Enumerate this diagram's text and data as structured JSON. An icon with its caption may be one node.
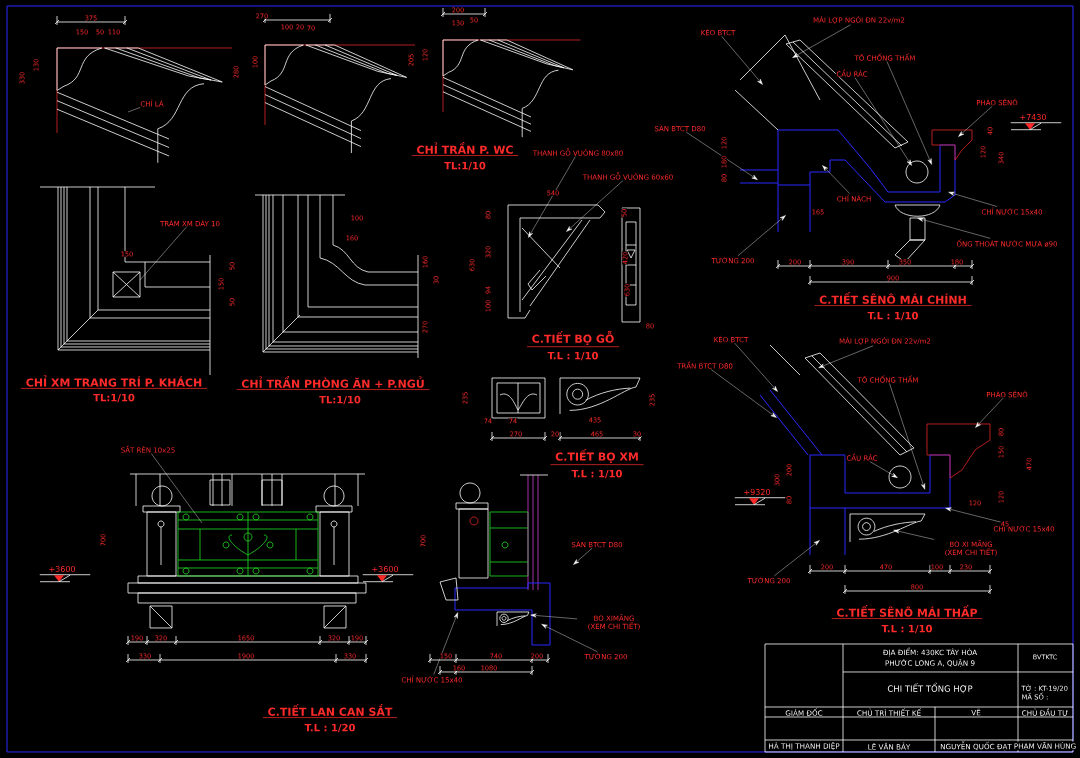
{
  "diagram": {
    "nodes": [
      {
        "text": [
          "CHỈ LÁ"
        ]
      },
      {
        "text": [
          "TRÁM XM DÀY 10"
        ]
      },
      {
        "text": [
          "THANH GỖ VUÔNG 80x80"
        ]
      },
      {
        "text": [
          "THANH GỖ VUÔNG 60x60"
        ]
      },
      {
        "text": [
          "KÈO BTCT"
        ]
      },
      {
        "text": [
          "MÁI LỢP NGÓI ĐN 22v/m2"
        ]
      },
      {
        "text": [
          "TÔ CHỐNG THẤM"
        ]
      },
      {
        "text": [
          "CẦU RÁC"
        ]
      },
      {
        "text": [
          "PHÀO SÊNÔ"
        ]
      },
      {
        "text": [
          "SÀN BTCT D80"
        ]
      },
      {
        "text": [
          "CHỈ NÁCH"
        ]
      },
      {
        "text": [
          "CHỈ NƯỚC 15x40"
        ]
      },
      {
        "text": [
          "ỐNG THOÁT NƯỚC MƯA ø90"
        ]
      },
      {
        "text": [
          "TƯỜNG 200"
        ]
      },
      {
        "text": [
          "KÈO BTCT"
        ]
      },
      {
        "text": [
          "MÁI LỢP NGÓI ĐN 22v/m2"
        ]
      },
      {
        "text": [
          "TRẦN BTCT D80"
        ]
      },
      {
        "text": [
          "TÔ CHỐNG THẤM"
        ]
      },
      {
        "text": [
          "CẦU RÁC"
        ]
      },
      {
        "text": [
          "PHÀO SÊNÔ"
        ]
      },
      {
        "text": [
          "CHỈ NƯỚC 15x40"
        ]
      },
      {
        "text": [
          "BO XI MĂNG (XEM CHI TIẾT)"
        ]
      },
      {
        "text": [
          "TƯỜNG 200"
        ]
      },
      {
        "text": [
          "SẮT RÈN 10x25"
        ]
      },
      {
        "text": [
          "SÀN BTCT D80"
        ]
      },
      {
        "text": [
          "BO XIMĂNG (XEM CHI TIẾT)"
        ]
      },
      {
        "text": [
          "TƯỜNG 200"
        ]
      },
      {
        "text": [
          "CHỈ NƯỚC 15x40"
        ]
      }
    ],
    "edges": [
      {
        "from": 0,
        "to": null,
        "arrow": "none"
      },
      {
        "from": 1,
        "to": null,
        "arrow": "none"
      },
      {
        "from": 2,
        "to": null,
        "arrow": "to"
      },
      {
        "from": 3,
        "to": null,
        "arrow": "to"
      },
      {
        "from": 4,
        "to": null,
        "arrow": "to"
      },
      {
        "from": 5,
        "to": null,
        "arrow": "to"
      },
      {
        "from": 6,
        "to": null,
        "arrow": "to"
      },
      {
        "from": 7,
        "to": null,
        "arrow": "to"
      },
      {
        "from": 8,
        "to": null,
        "arrow": "to"
      },
      {
        "from": 9,
        "to": null,
        "arrow": "to"
      },
      {
        "from": 10,
        "to": null,
        "arrow": "to"
      },
      {
        "from": 11,
        "to": null,
        "arrow": "to"
      },
      {
        "from": 12,
        "to": null,
        "arrow": "to"
      },
      {
        "from": 13,
        "to": null,
        "arrow": "to"
      },
      {
        "from": 14,
        "to": null,
        "arrow": "to"
      },
      {
        "from": 15,
        "to": null,
        "arrow": "to"
      },
      {
        "from": 16,
        "to": null,
        "arrow": "to"
      },
      {
        "from": 17,
        "to": null,
        "arrow": "to"
      },
      {
        "from": 18,
        "to": null,
        "arrow": "to"
      },
      {
        "from": 19,
        "to": null,
        "arrow": "to"
      },
      {
        "from": 20,
        "to": null,
        "arrow": "to"
      },
      {
        "from": 21,
        "to": null,
        "arrow": "to"
      },
      {
        "from": 22,
        "to": null,
        "arrow": "to"
      },
      {
        "from": 23,
        "to": null,
        "arrow": "none"
      },
      {
        "from": 24,
        "to": null,
        "arrow": "to"
      },
      {
        "from": 25,
        "to": null,
        "arrow": "to"
      },
      {
        "from": 26,
        "to": null,
        "arrow": "to"
      },
      {
        "from": 27,
        "to": null,
        "arrow": "to"
      }
    ],
    "labels": [
      "CHỈ TRẦN P. WC",
      "TL:1/10",
      "CHỈ XM TRANG TRÍ P. KHÁCH",
      "TL:1/10",
      "CHỈ TRẦN PHÒNG ĂN + P.NGỦ",
      "TL:1/10",
      "C.TIẾT BỌ GỖ",
      "T.L : 1/10",
      "C.TIẾT BỌ XM",
      "T.L : 1/10",
      "C.TIẾT SÊNÔ MÁI CHÍNH",
      "T.L : 1/10",
      "C.TIẾT SÊNÔ MÁI THẤP",
      "T.L : 1/10",
      "C.TIẾT LAN CAN SẮT",
      "T.L : 1/20",
      "+7430",
      "+9320",
      "+3600",
      "+3600",
      "375",
      "150",
      "50",
      "110",
      "330",
      "130",
      "270",
      "100",
      "20",
      "70",
      "280",
      "100",
      "200",
      "130",
      "50",
      "205",
      "120",
      "150",
      "50",
      "150",
      "50",
      "100",
      "160",
      "160",
      "30",
      "270",
      "540",
      "80",
      "320",
      "630",
      "94",
      "100",
      "50",
      "420",
      "630",
      "80",
      "235",
      "74",
      "74",
      "270",
      "435",
      "20",
      "465",
      "30",
      "235",
      "120",
      "180",
      "80",
      "165",
      "200",
      "390",
      "350",
      "180",
      "900",
      "40",
      "120",
      "340",
      "300",
      "200",
      "80",
      "200",
      "470",
      "100",
      "230",
      "800",
      "80",
      "150",
      "470",
      "120",
      "120",
      "45",
      "700",
      "190",
      "320",
      "1650",
      "320",
      "190",
      "330",
      "1900",
      "330",
      "700",
      "150",
      "740",
      "200",
      "160",
      "1080",
      "ĐỊA ĐIỂM: 430KC TÂY HÒA",
      "PHƯỚC LONG A, QUẬN 9",
      "BVTKTC",
      "CHI TIẾT TỔNG HỢP",
      "TỜ : KT-19/20",
      "MÃ SỐ :",
      "GIÁM ĐỐC",
      "CHỦ TRÌ THIẾT KẾ",
      "VẼ",
      "CHỦ ĐẦU TƯ",
      "HÀ THỊ THANH DIỆP",
      "LÊ VĂN BẢY",
      "NGUYỄN QUỐC ĐẠT",
      "PHẠM VĂN HÙNG"
    ]
  }
}
